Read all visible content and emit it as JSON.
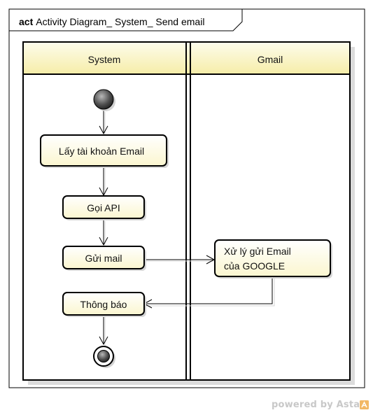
{
  "frame": {
    "keyword": "act",
    "title": "Activity Diagram_ System_ Send email"
  },
  "swimlanes": [
    {
      "id": "system",
      "label": "System"
    },
    {
      "id": "gmail",
      "label": "Gmail"
    }
  ],
  "nodes": {
    "get_account": {
      "lines": [
        "Lấy tài khoản Email"
      ]
    },
    "call_api": {
      "lines": [
        "Gọi API"
      ]
    },
    "send_mail": {
      "lines": [
        "Gửi mail"
      ]
    },
    "google": {
      "lines": [
        "Xử lý gửi Email",
        "của GOOGLE"
      ]
    },
    "notify": {
      "lines": [
        "Thông báo"
      ]
    }
  },
  "flows": [
    [
      "initial",
      "get_account"
    ],
    [
      "get_account",
      "call_api"
    ],
    [
      "call_api",
      "send_mail"
    ],
    [
      "send_mail",
      "google"
    ],
    [
      "google",
      "notify"
    ],
    [
      "notify",
      "final"
    ]
  ],
  "colors": {
    "node_fill_top": "#ffffff",
    "node_fill_bottom": "#fbf6cf",
    "lane_header_top": "#fdfcec",
    "lane_header_bottom": "#f6eda8",
    "line": "#000000",
    "shadow": "#d6d6d6"
  },
  "footer": {
    "brand": "powered by Astah"
  }
}
